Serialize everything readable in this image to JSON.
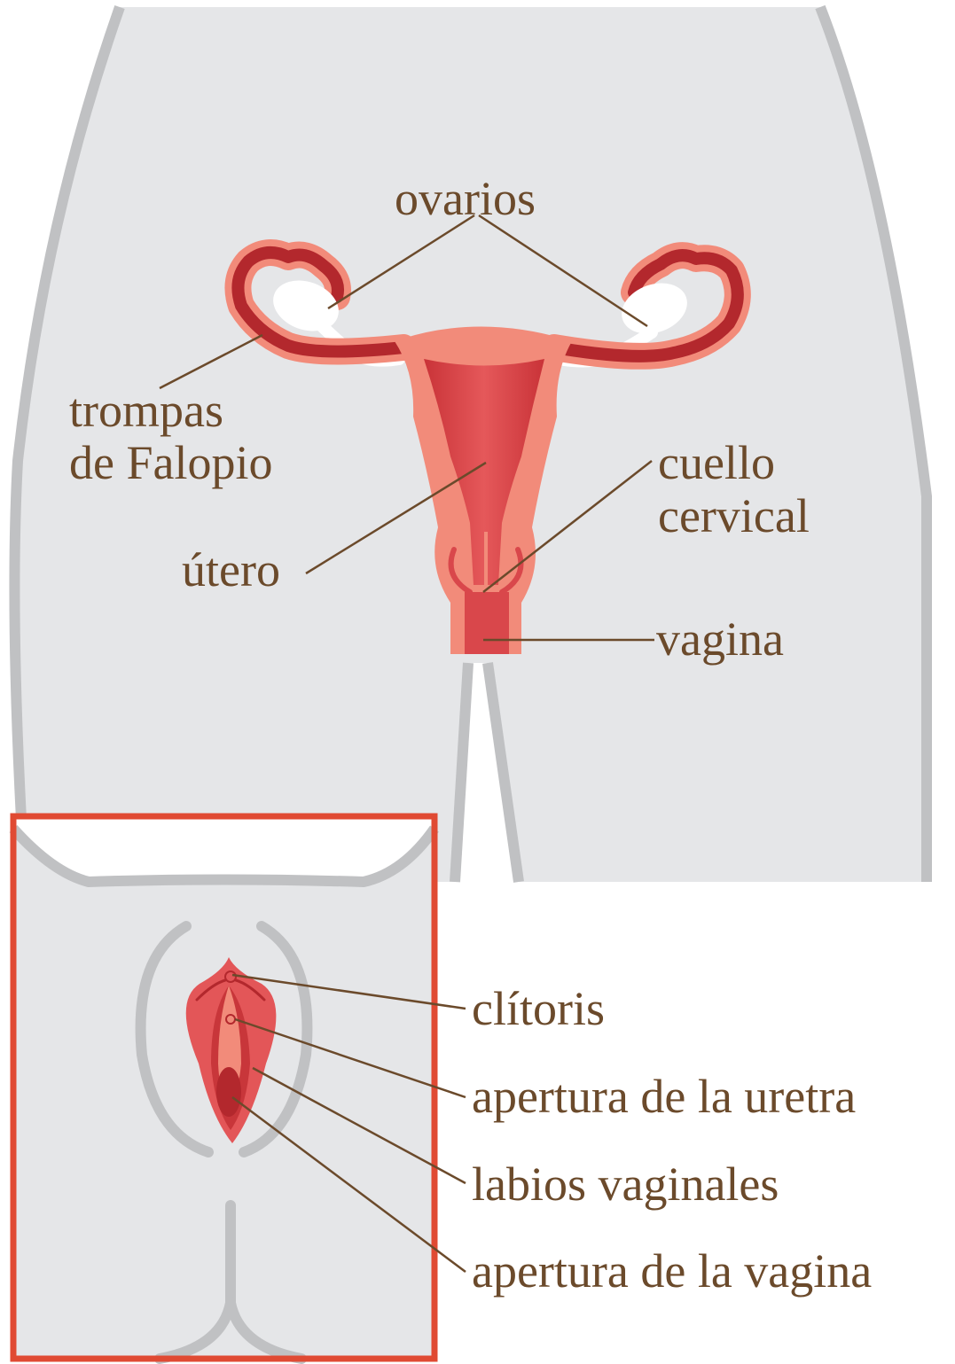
{
  "labels": {
    "ovaries": "ovarios",
    "fallopian_line1": "trompas",
    "fallopian_line2": "de Falopio",
    "uterus": "útero",
    "cervix_line1": "cuello",
    "cervix_line2": "cervical",
    "vagina": "vagina",
    "clitoris": "clítoris",
    "urethra_opening": "apertura de la uretra",
    "labia": "labios vaginales",
    "vaginal_opening": "apertura de la vagina"
  },
  "colors": {
    "body_fill": "#e5e6e8",
    "body_outline": "#c0c1c3",
    "uterus_outer": "#f28b7a",
    "uterus_inner": "#d9474b",
    "tube_dark": "#b3282d",
    "label_text": "#6b4a2b",
    "inset_border": "#e04a33"
  }
}
